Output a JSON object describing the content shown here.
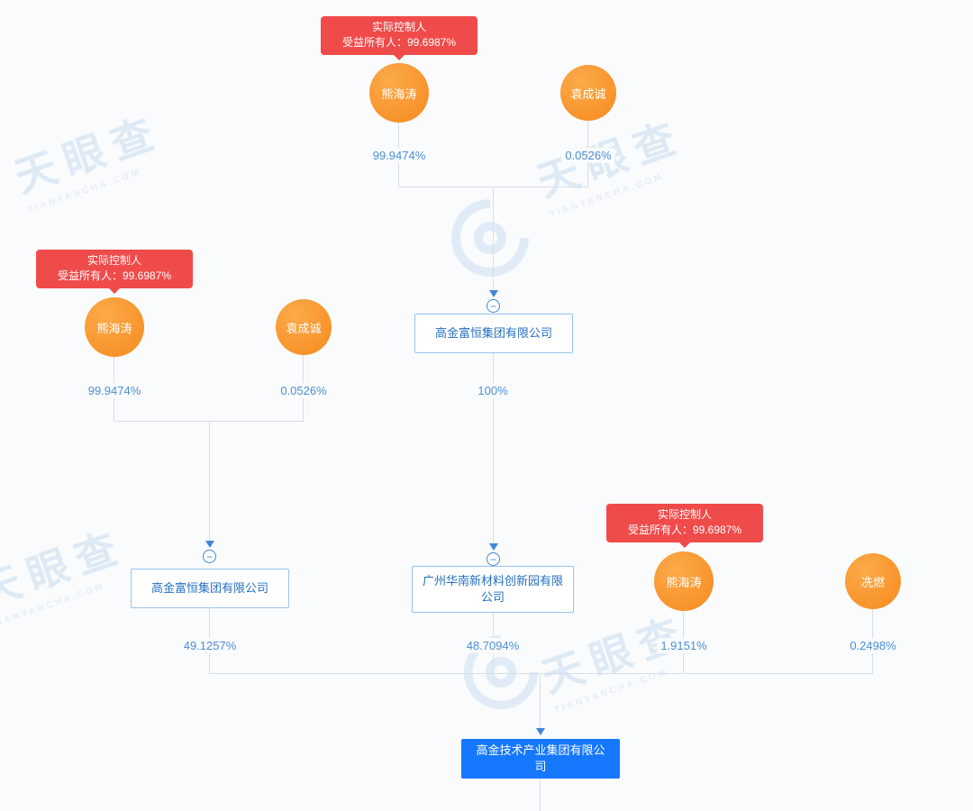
{
  "colors": {
    "accent_blue": "#2f7fd6",
    "line_gray": "#d5dee8",
    "badge_red": "#f04b4b",
    "node_orange": "#f8952f",
    "root_blue": "#1677ff"
  },
  "icons": {
    "collapse_minus": "−",
    "arrow_down": "▼"
  },
  "watermark": {
    "brand": "天眼查",
    "domain": "TIANYANCHA.COM"
  },
  "badges": {
    "top": {
      "line1": "实际控制人",
      "line2": "受益所有人：99.6987%"
    },
    "left": {
      "line1": "实际控制人",
      "line2": "受益所有人：99.6987%"
    },
    "right": {
      "line1": "实际控制人",
      "line2": "受益所有人：99.6987%"
    }
  },
  "nodes": {
    "top_xiong": {
      "name": "熊海涛",
      "percent": "99.9474%"
    },
    "top_yuan": {
      "name": "袁成诚",
      "percent": "0.0526%"
    },
    "group_company": {
      "name": "高金富恒集团有限公司",
      "percent": "100%"
    },
    "left_xiong": {
      "name": "熊海涛",
      "percent": "99.9474%"
    },
    "left_yuan": {
      "name": "袁成诚",
      "percent": "0.0526%"
    },
    "left_company": {
      "name": "高金富恒集团有限公司",
      "percent": "49.1257%"
    },
    "mid_company": {
      "name": "广州华南新材料创新园有限公司",
      "percent": "48.7094%"
    },
    "right_xiong": {
      "name": "熊海涛",
      "percent": "1.9151%"
    },
    "right_xian": {
      "name": "冼燃",
      "percent": "0.2498%"
    },
    "root_company": {
      "name": "高金技术产业集团有限公司"
    }
  }
}
